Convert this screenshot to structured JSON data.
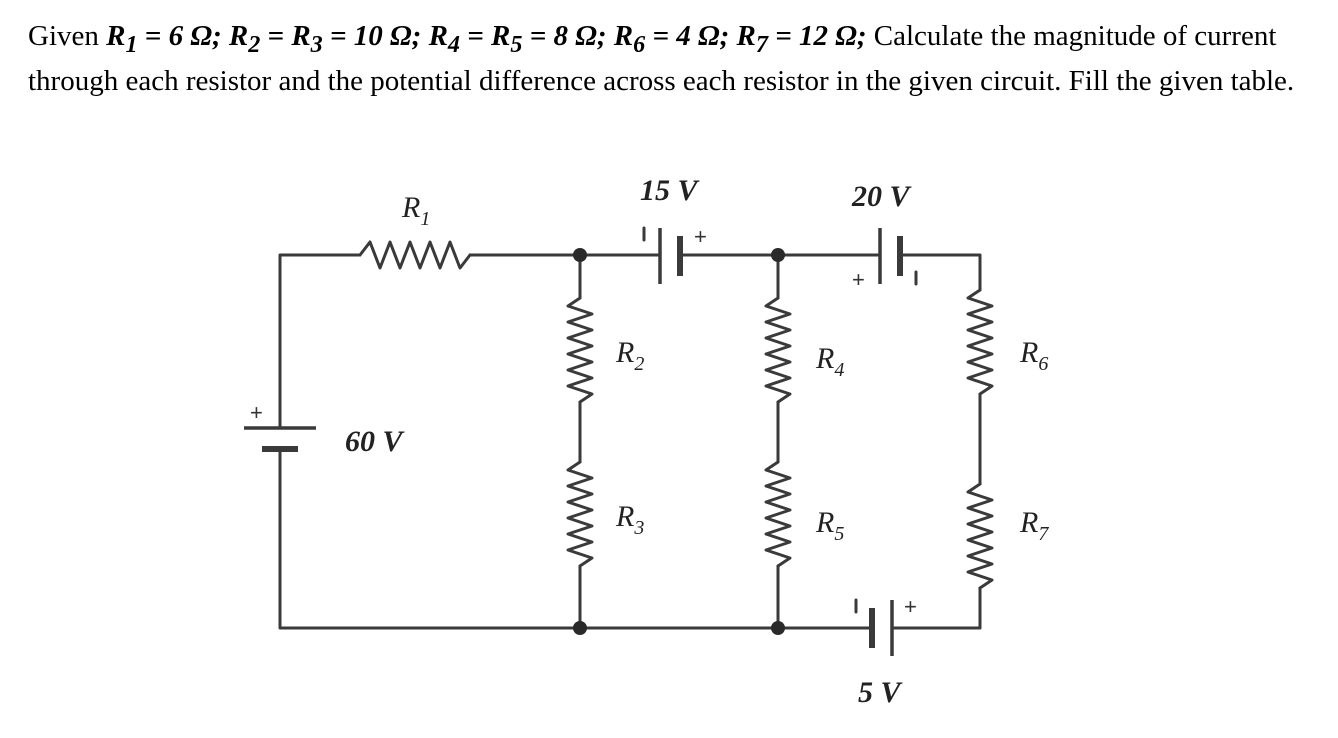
{
  "problem": {
    "given": "Given",
    "r1": "R",
    "r1_sub": "1",
    "r1_val": " = 6 Ω;",
    "r2": "R",
    "r2_sub": "2",
    "r2_eq": " = ",
    "r3": "R",
    "r3_sub": "3",
    "r3_val": " = 10 Ω;",
    "r4": "R",
    "r4_sub": "4",
    "r4_eq": " = ",
    "r5": "R",
    "r5_sub": "5",
    "r5_val": " = 8 Ω;",
    "r6": "R",
    "r6_sub": "6",
    "r6_val": " = 4 Ω;",
    "r7": "R",
    "r7_sub": "7",
    "r7_val": " = 12 Ω;",
    "instruction": "Calculate the magnitude of current through each resistor and the potential difference across each resistor in the given circuit. Fill the given table."
  },
  "circuit": {
    "resistors": [
      {
        "letter": "R",
        "sub": "1"
      },
      {
        "letter": "R",
        "sub": "2"
      },
      {
        "letter": "R",
        "sub": "3"
      },
      {
        "letter": "R",
        "sub": "4"
      },
      {
        "letter": "R",
        "sub": "5"
      },
      {
        "letter": "R",
        "sub": "6"
      },
      {
        "letter": "R",
        "sub": "7"
      }
    ],
    "sources": [
      {
        "label": "60 V",
        "polarity": "+"
      },
      {
        "label": "15 V",
        "polarity": "+"
      },
      {
        "label": "20 V",
        "polarity": "+"
      },
      {
        "label": "5 V",
        "polarity": "+"
      }
    ]
  }
}
